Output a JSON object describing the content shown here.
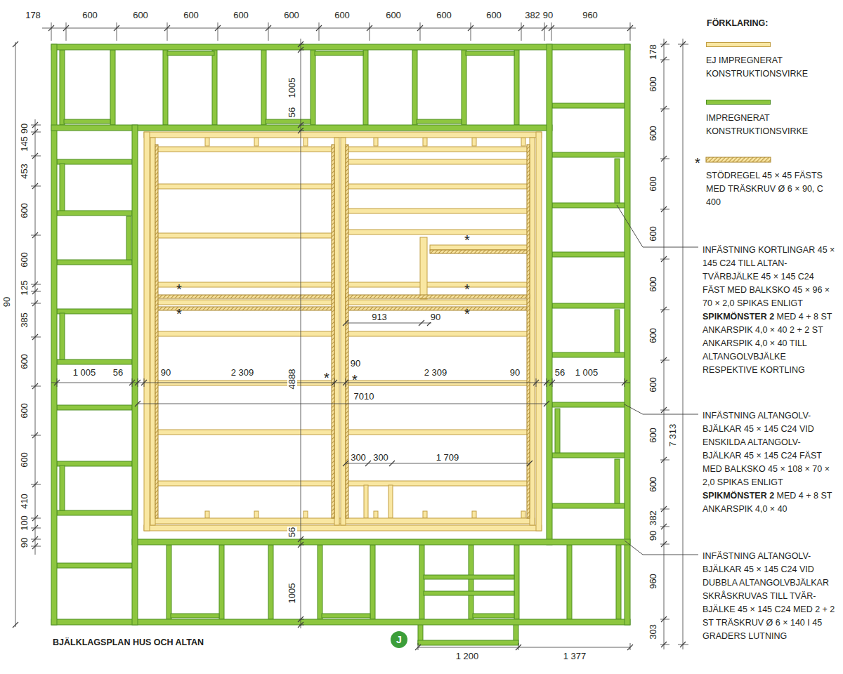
{
  "diagram": {
    "title": "BJÄLKLAGSPLAN HUS OCH ALTAN",
    "nodes": [
      {
        "text": [
          "J"
        ]
      }
    ],
    "labels": [
      "178",
      "600",
      "600",
      "600",
      "600",
      "600",
      "600",
      "600",
      "600",
      "600",
      "382",
      "90",
      "960",
      "178",
      "600",
      "600",
      "600",
      "600",
      "600",
      "600",
      "600",
      "600",
      "600",
      "382",
      "90",
      "960",
      "303",
      "7 313",
      "90",
      "145",
      "453",
      "600",
      "600",
      "125",
      "385",
      "600",
      "600",
      "600",
      "410",
      "100",
      "90",
      "90",
      "1005",
      "56",
      "4888",
      "56",
      "1005",
      "1 005",
      "56",
      "90",
      "2 309",
      "90",
      "2 309",
      "90",
      "56",
      "1 005",
      "7010",
      "913",
      "90",
      "300",
      "300",
      "1 709",
      "1 200",
      "1 377",
      "*",
      "*",
      "*",
      "*",
      "*",
      "*",
      "*",
      "*",
      "FÖRKLARING:",
      "INFÄSTNING KORTLINGAR 45 × 145 C24 TILL ALTAN- TVÄRBJÄLKE 45 × 145 C24 FÄST MED BALKSKO 45 × 96 × 70 × 2,0 SPIKAS ENLIGT",
      "SPIKMÖNSTER 2",
      "MED 4 + 8 ST ANKARSPIK 4,0 × 40 2 + 2 ST ANKARSPIK 4,0 × 40 TILL ALTANGOLVBJÄLKE RESPEKTIVE KORTLING",
      "INFÄSTNING ALTANGOLV- BJÄLKAR 45 × 145 C24 VID ENSKILDA ALTANGOLV- BJÄLKAR 45 × 145 C24 FÄST MED BALKSKO 45 × 108 × 70 × 2,0 SPIKAS ENLIGT",
      "SPIKMÖNSTER 2",
      "MED 4 + 8 ST ANKARSPIK 4,0 × 40",
      "INFÄSTNING ALTANGOLV- BJÄLKAR 45 × 145 C24 VID DUBBLA ALTANGOLVBJÄLKAR SKRÅSKRUVAS TILL TVÄR- BJÄLKE 45 × 145 C24 MED 2 + 2 ST TRÄSKRUV Ø 6 × 140 I 45 GRADERS LUTNING"
    ],
    "legend": [
      {
        "text": "EJ IMPREGNERAT KONSTRUKTIONSVIRKE",
        "color": "#f9e7a2"
      },
      {
        "text": "IMPREGNERAT KONSTRUKTIONSVIRKE",
        "color": "#8dc63f"
      },
      {
        "text": "STÖDREGEL 45 × 45 FÄSTS MED TRÄSKRUV Ø 6 × 90, C 400"
      }
    ]
  }
}
